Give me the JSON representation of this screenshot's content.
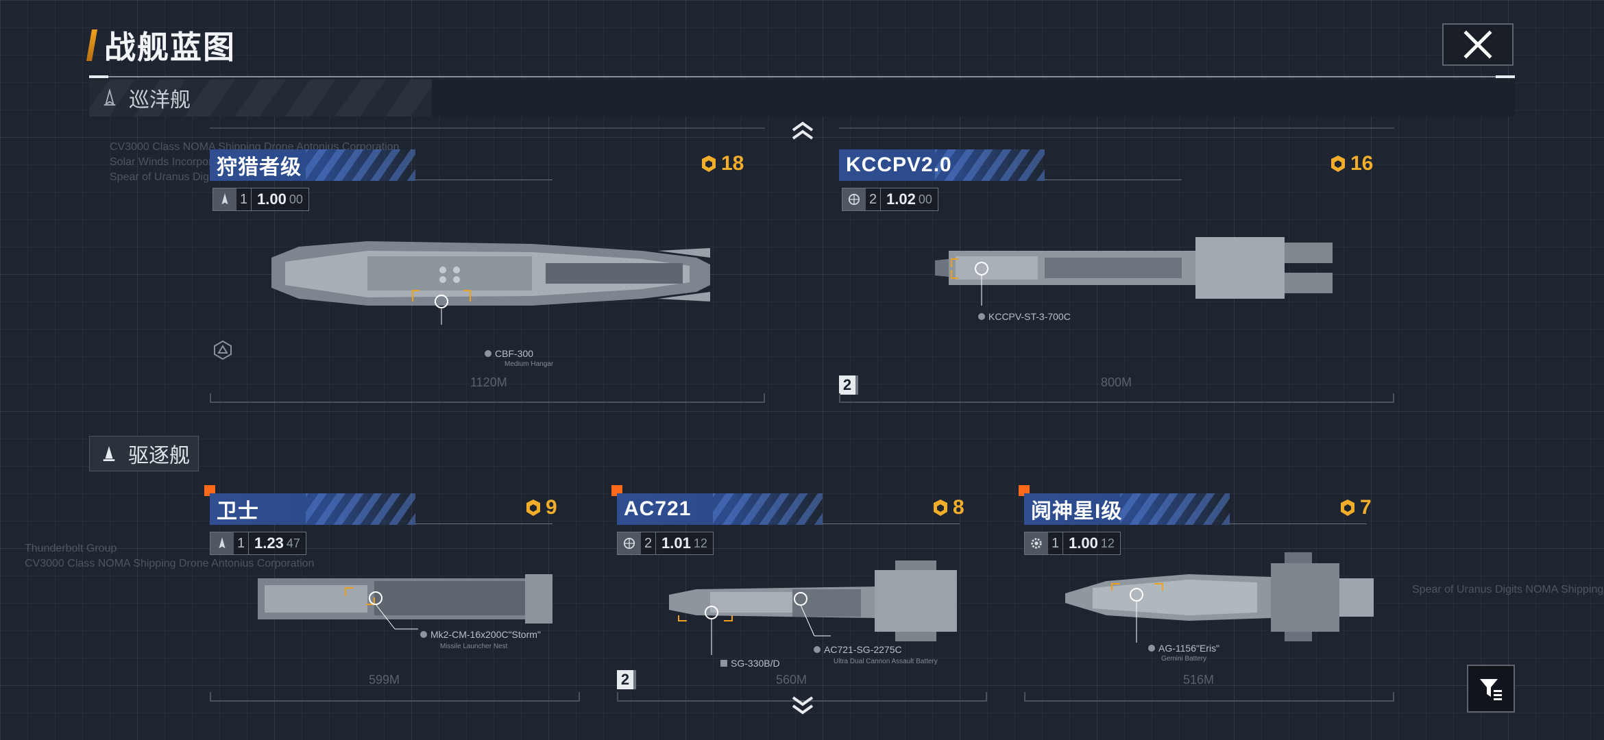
{
  "header": {
    "title": "战舰蓝图"
  },
  "colors": {
    "accent": "#f0a020",
    "cost": "#f2ae2a",
    "plate": "#2f4f92",
    "new": "#ff6a1a"
  },
  "sections": {
    "cruiser": {
      "label": "巡洋舰",
      "icon": "ship-silhouette-icon"
    },
    "destroyer": {
      "label": "驱逐舰",
      "icon": "ship-silhouette-icon"
    }
  },
  "cruisers": [
    {
      "name": "狩猎者级",
      "cost": "18",
      "stat_icon": "cruiser-type-icon",
      "tier": "1",
      "value": "1.00",
      "sub": "00",
      "module": "CBF-300",
      "module_sub": "Medium Hangar",
      "length": "1120M"
    },
    {
      "name": "KCCPV2.0",
      "cost": "16",
      "stat_icon": "globe-icon",
      "tier": "2",
      "value": "1.02",
      "sub": "00",
      "module": "KCCPV-ST-3-700C",
      "length": "800M",
      "variant": "2"
    }
  ],
  "destroyers": [
    {
      "name": "卫士",
      "cost": "9",
      "stat_icon": "cruiser-type-icon",
      "tier": "1",
      "value": "1.23",
      "sub": "47",
      "module": "Mk2-CM-16x200C\"Storm\"",
      "module_sub": "Missile Launcher Nest",
      "length": "599M"
    },
    {
      "name": "AC721",
      "cost": "8",
      "stat_icon": "globe-icon",
      "tier": "2",
      "value": "1.01",
      "sub": "12",
      "module": "AC721-SG-2275C",
      "module_sub": "Ultra Dual Cannon Assault Battery",
      "module2": "SG-330B/D",
      "length": "560M",
      "variant": "2"
    },
    {
      "name": "阋神星I级",
      "cost": "7",
      "stat_icon": "gear-icon",
      "tier": "1",
      "value": "1.00",
      "sub": "12",
      "module": "AG-1156\"Eris\"",
      "module_sub": "Gemini Battery",
      "length": "516M"
    }
  ],
  "background_text": {
    "line1": "CV3000 Class NOMA Shipping Drone Antonius Corporation",
    "line2": "Solar Winds Incorporated",
    "line3": "Spear of Uranus Digital",
    "line4": "Thunderbolt Group",
    "line5": "CV3000 Class NOMA Shipping Drone Antonius Corporation",
    "line6": "Spear of Uranus Digits NOMA Shipping"
  }
}
